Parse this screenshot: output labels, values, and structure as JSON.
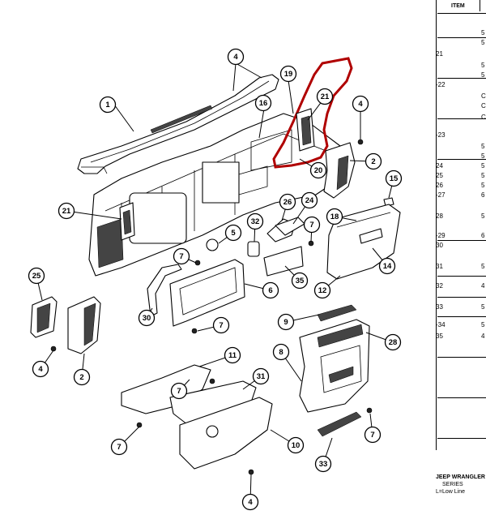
{
  "diagram": {
    "callouts": [
      "1",
      "4",
      "19",
      "21",
      "16",
      "4",
      "2",
      "20",
      "15",
      "21",
      "26",
      "24",
      "18",
      "32",
      "5",
      "7",
      "7",
      "14",
      "35",
      "12",
      "25",
      "30",
      "6",
      "7",
      "9",
      "28",
      "8",
      "4",
      "2",
      "11",
      "31",
      "7",
      "10",
      "33",
      "7",
      "7",
      "4"
    ]
  },
  "table": {
    "header": "ITEM",
    "rows": [
      {
        "item": "",
        "part": "5"
      },
      {
        "item": "",
        "part": "5"
      },
      {
        "item": "21",
        "part": ""
      },
      {
        "item": "",
        "part": "5"
      },
      {
        "item": "",
        "part": "5"
      },
      {
        "item": "-22",
        "part": ""
      },
      {
        "item": "",
        "part": "C"
      },
      {
        "item": "",
        "part": "C"
      },
      {
        "item": "",
        "part": "C"
      },
      {
        "item": "-23",
        "part": ""
      },
      {
        "item": "",
        "part": "5"
      },
      {
        "item": "",
        "part": "5"
      },
      {
        "item": "24",
        "part": "5"
      },
      {
        "item": "25",
        "part": "5"
      },
      {
        "item": "26",
        "part": "5"
      },
      {
        "item": "-27",
        "part": "6"
      },
      {
        "item": "28",
        "part": "5"
      },
      {
        "item": "-29",
        "part": "6"
      },
      {
        "item": "30",
        "part": ""
      },
      {
        "item": "31",
        "part": "5"
      },
      {
        "item": "32",
        "part": "4"
      },
      {
        "item": "33",
        "part": "5"
      },
      {
        "item": "-34",
        "part": "5"
      },
      {
        "item": "35",
        "part": "4"
      }
    ],
    "footer_title": "JEEP WRANGLER",
    "footer_series": "SERIES",
    "footer_line": "L=Low Line"
  },
  "highlight_color": "#b00000"
}
